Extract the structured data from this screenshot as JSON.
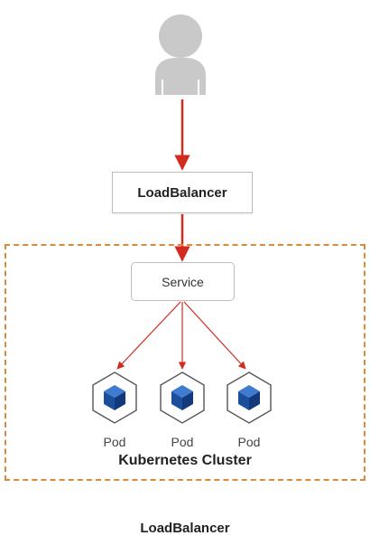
{
  "nodes": {
    "load_balancer": "LoadBalancer",
    "service": "Service",
    "pods": [
      "Pod",
      "Pod",
      "Pod"
    ],
    "cluster_label": "Kubernetes Cluster"
  },
  "caption": "LoadBalancer",
  "colors": {
    "arrow": "#d42a1e",
    "cluster_border": "#d98a3a",
    "pod_cube": "#1b4f9c",
    "user_icon": "#c9c9c9"
  },
  "icons": {
    "user": "user-icon",
    "pod": "cube-icon"
  }
}
